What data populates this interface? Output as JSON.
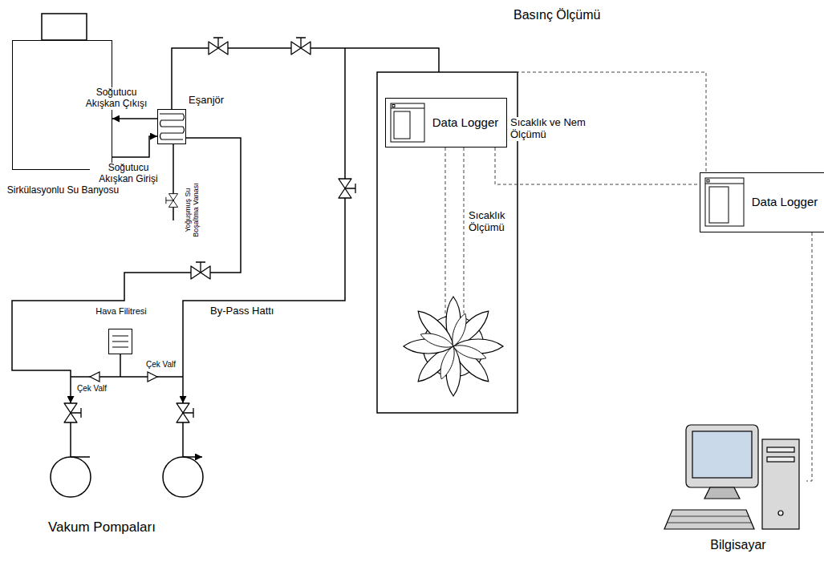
{
  "diagram": {
    "nodes": [
      {
        "text": [
          "Sirkülasyonlu Su Banyosu"
        ]
      },
      {
        "text": [
          "Eşanjör"
        ]
      },
      {
        "text": [
          "Data Logger"
        ]
      },
      {
        "text": [
          "Data Logger"
        ]
      },
      {
        "text": [
          "Hava Filitresi"
        ]
      },
      {
        "text": [
          "Bilgisayar"
        ]
      }
    ],
    "edges": [
      {
        "from": 1,
        "to": 0,
        "arrow": "to",
        "label": "Soğutucu Akışkan Çıkışı"
      },
      {
        "from": 0,
        "to": 1,
        "arrow": "to",
        "label": "Soğutucu Akışkan Girişi"
      },
      {
        "from": 2,
        "to": 3,
        "arrow": "none"
      },
      {
        "from": 3,
        "to": 5,
        "arrow": "none"
      }
    ],
    "labels": [
      "Basınç Ölçümü",
      "Sıcaklık ve Nem Ölçümü",
      "Sıcaklık Ölçümü",
      "Yoğuşmuş Su Boşaltma Vanası",
      "By-Pass Hattı",
      "Çek Valf",
      "Çek Valf",
      "Vakum Pompaları"
    ]
  }
}
